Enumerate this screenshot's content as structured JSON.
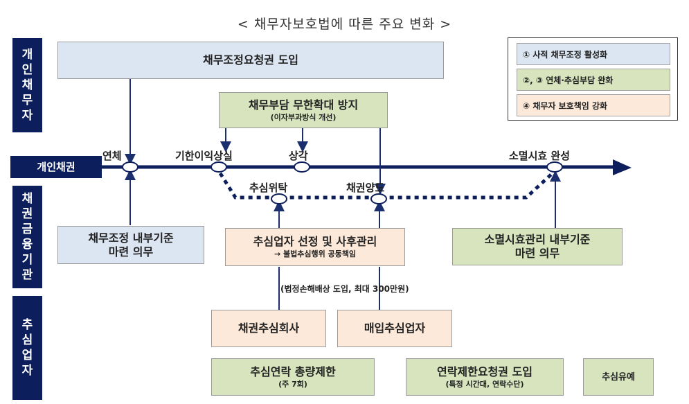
{
  "title": "< 채무자보호법에 따른 주요 변화 >",
  "row_labels": {
    "debtor": "개\n인\n채\n무\n자",
    "claim": "개인채권",
    "institution": "채\n권\n금\n융\n기\n관",
    "collector": "추\n심\n업\n자"
  },
  "boxes": {
    "debt_adjust_request": {
      "main": "채무조정요청권 도입"
    },
    "prevent_burden": {
      "main": "채무부담 무한확대 방지",
      "sub": "(이자부과방식 개선)"
    },
    "internal_standard": {
      "main": "채무조정 내부기준",
      "main2": "마련 의무"
    },
    "collector_selection": {
      "main": "추심업자 선정 및 사후관리",
      "sub": "→ 불법추심행위 공동책임"
    },
    "prescription_standard": {
      "main": "소멸시효관리 내부기준",
      "main2": "마련 의무"
    },
    "collection_company": {
      "main": "채권추심회사"
    },
    "purchase_collector": {
      "main": "매입추심업자"
    },
    "contact_limit": {
      "main": "추심연락 총량제한",
      "sub": "(주 7회)"
    },
    "contact_restrict_request": {
      "main": "연락제한요청권 도입",
      "sub": "(특정 시간대, 연락수단)"
    },
    "collection_grace": {
      "main": "추심유예"
    }
  },
  "damages_note": "(법정손해배상 도입, 최대 300만원)",
  "nodes": {
    "overdue": "연체",
    "acceleration": "기한이익상실",
    "write_off": "상각",
    "collection_entrust": "추심위탁",
    "claim_transfer": "채권양도",
    "prescription": "소멸시효 완성"
  },
  "legend": [
    {
      "label": "① 사적 채무조정 활성화",
      "color": "#dce6f2"
    },
    {
      "label": "②, ③ 연체·추심부담  완화",
      "color": "#d7e4bd"
    },
    {
      "label": "④ 채무자 보호책임 강화",
      "color": "#fde9d9"
    }
  ],
  "colors": {
    "navy": "#0c1f5c",
    "line": "#1b2f6e"
  }
}
